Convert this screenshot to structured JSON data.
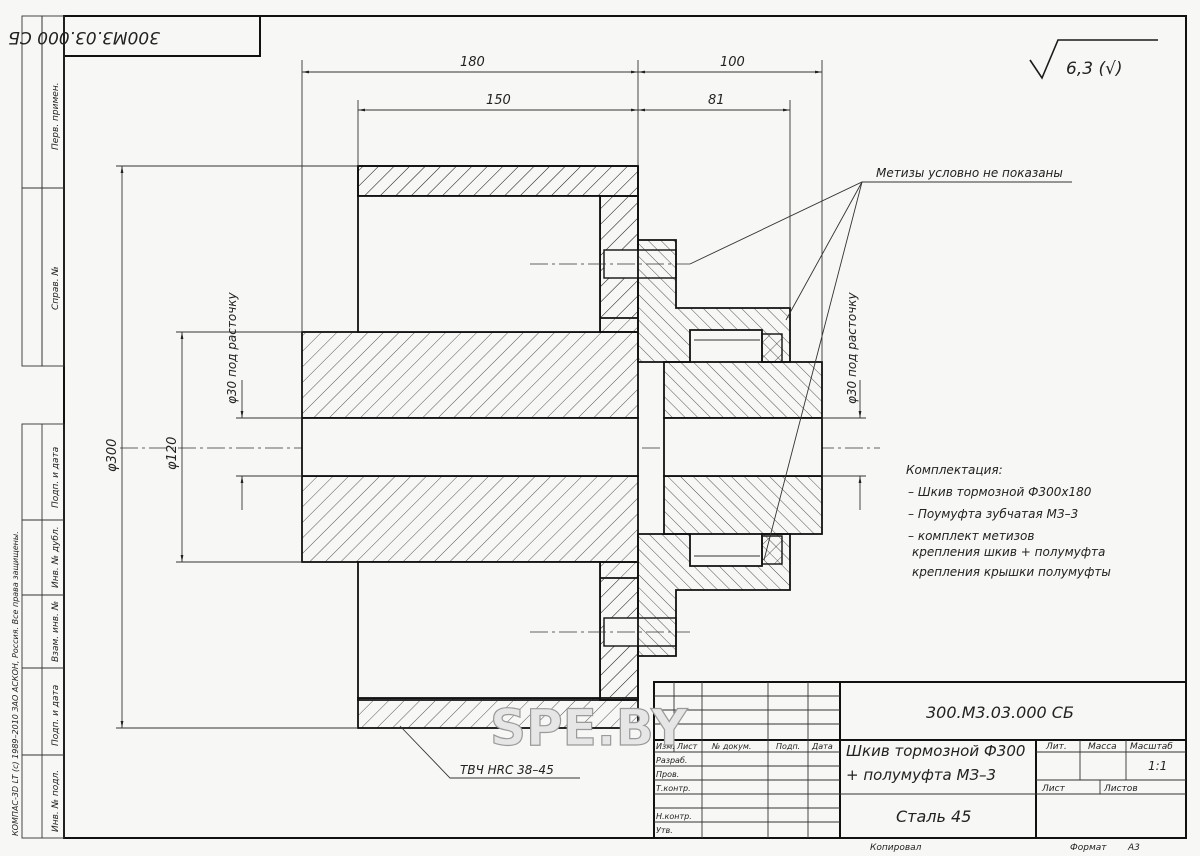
{
  "drawing": {
    "corner_stamp": "300М3.03.000 СБ",
    "roughness": "6,3 (√)",
    "dimensions": {
      "len_total_left": "180",
      "len_inner_left": "150",
      "len_total_right": "100",
      "len_inner_right": "81",
      "dia_outer": "φ300",
      "dia_hub": "φ120",
      "bore_left": "φ30  под расточку",
      "bore_right": "φ30  под расточку"
    },
    "leader_hardware": "Метизы условно не показаны",
    "leader_hardening": "ТВЧ  HRC 38–45",
    "kit": {
      "title": "Комплектация:",
      "items": [
        "– Шкив тормозной Ф300х180",
        "– Поумуфта зубчатая МЗ–3",
        "– комплект метизов",
        "крепления шкив + полумуфта",
        "крепления крышки полумуфты"
      ]
    }
  },
  "side_strip": {
    "top_labels": [
      "Перв. примен.",
      "Справ. №"
    ],
    "bottom_labels": [
      "Подп. и дата",
      "Инв. № дубл.",
      "Взам. инв. №",
      "Подп. и дата",
      "Инв. № подл."
    ],
    "copyright": "КОМПАС-3D LT (c) 1989–2010 ЗАО АСКОН, Россия. Все права защищены."
  },
  "title_block": {
    "designation": "300.М3.03.000 СБ",
    "name_line1": "Шкив тормозной Ф300",
    "name_line2": "+ полумуфта МЗ–3",
    "material": "Сталь 45",
    "col_headers": [
      "Изм.",
      "Лист",
      "№ докум.",
      "Подп.",
      "Дата"
    ],
    "rows": [
      "Разраб.",
      "Пров.",
      "Т.контр.",
      "",
      "Н.контр.",
      "Утв."
    ],
    "lit_label": "Лит.",
    "mass_label": "Масса",
    "scale_label": "Масштаб",
    "scale_value": "1:1",
    "sheet_label": "Лист",
    "sheets_label": "Листов",
    "copied": "Копировал",
    "format_label": "Формат",
    "format_value": "А3"
  },
  "watermark": "SPE.BY"
}
